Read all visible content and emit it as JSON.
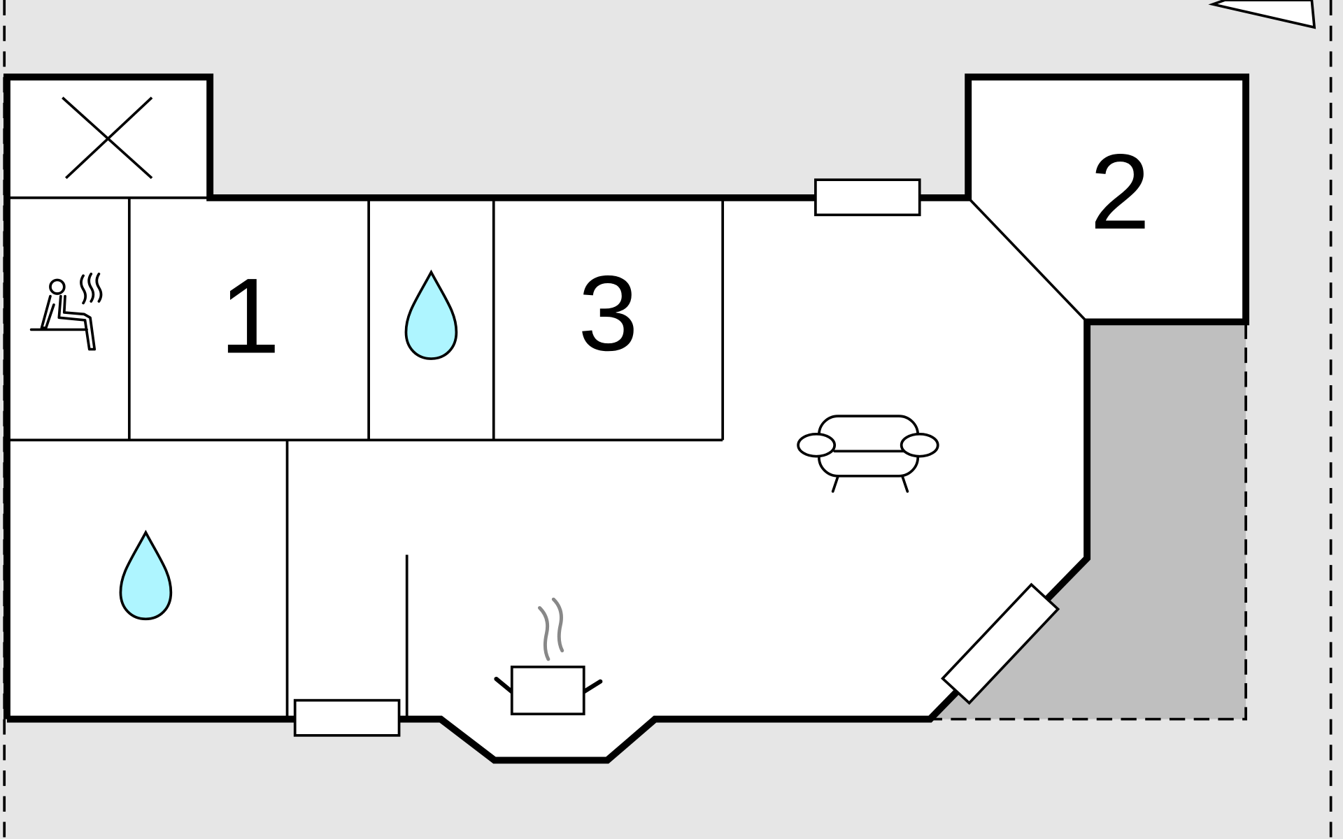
{
  "colors": {
    "outside": "#e6e6e6",
    "floor": "#ffffff",
    "terrace": "#bfbfbf",
    "wall": "#000000",
    "water": "#aef5ff",
    "steam": "#888888"
  },
  "rooms": [
    {
      "id": "bedroom-1",
      "label": "1"
    },
    {
      "id": "bedroom-2",
      "label": "2"
    },
    {
      "id": "bedroom-3",
      "label": "3"
    }
  ],
  "icons": {
    "storage": "cross-icon",
    "sauna": "sauna-icon",
    "bathroom": "water-drop-icon",
    "living_room": "sofa-icon",
    "kitchen": "cooking-pot-icon"
  }
}
